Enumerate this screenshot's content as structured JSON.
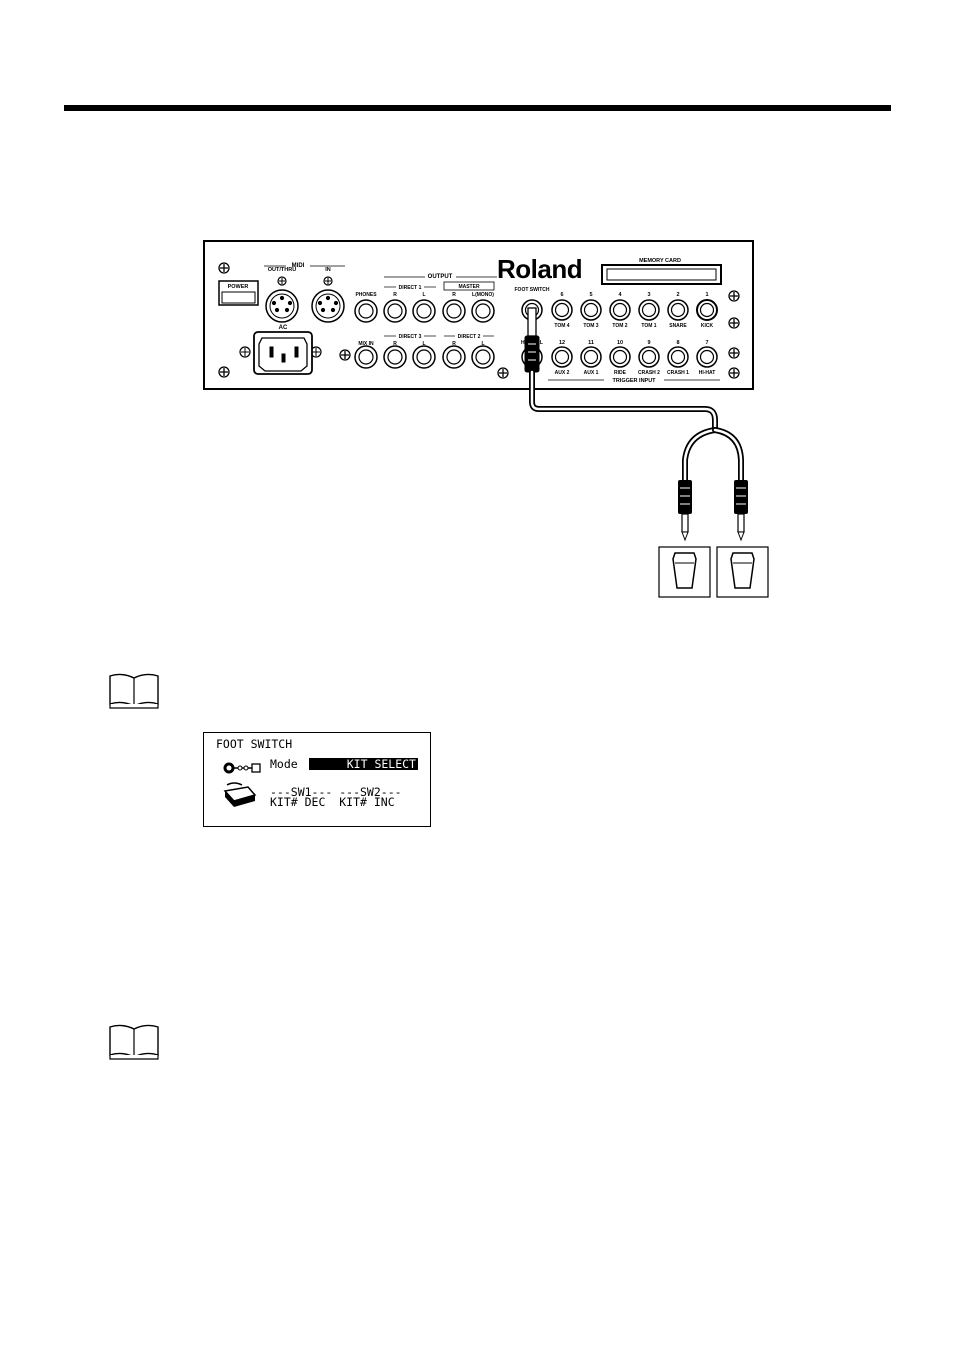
{
  "panel": {
    "brand": "Roland",
    "midi": {
      "group_label": "MIDI",
      "out_thru": "OUT/THRU",
      "in": "IN"
    },
    "power": "POWER",
    "ac": "AC",
    "output": {
      "group_label": "OUTPUT",
      "direct1": "DIRECT 1",
      "master": "MASTER",
      "direct3": "DIRECT 3",
      "direct2": "DIRECT 2",
      "phones": "PHONES",
      "mix_in": "MIX IN",
      "r": "R",
      "l": "L",
      "l_mono": "L(MONO)"
    },
    "memory_card": "MEMORY CARD",
    "foot_switch": "FOOT SWITCH",
    "hh_ctrl": "HH CTRL",
    "trigger_input": "TRIGGER INPUT",
    "triggers_top": [
      {
        "num": "6",
        "name": "TOM 4"
      },
      {
        "num": "5",
        "name": "TOM 3"
      },
      {
        "num": "4",
        "name": "TOM 2"
      },
      {
        "num": "3",
        "name": "TOM 1"
      },
      {
        "num": "2",
        "name": "SNARE"
      },
      {
        "num": "1",
        "name": "KICK"
      }
    ],
    "triggers_bottom": [
      {
        "num": "12",
        "name": "AUX 2"
      },
      {
        "num": "11",
        "name": "AUX 1"
      },
      {
        "num": "10",
        "name": "RIDE"
      },
      {
        "num": "9",
        "name": "CRASH 2"
      },
      {
        "num": "8",
        "name": "CRASH 1"
      },
      {
        "num": "7",
        "name": "HI-HAT"
      }
    ]
  },
  "lcd": {
    "title": "FOOT SWITCH",
    "mode_label": "Mode",
    "mode_value": "KIT SELECT",
    "sw_header": "---SW1--- ---SW2---",
    "sw_values": "KIT# DEC  KIT# INC"
  }
}
